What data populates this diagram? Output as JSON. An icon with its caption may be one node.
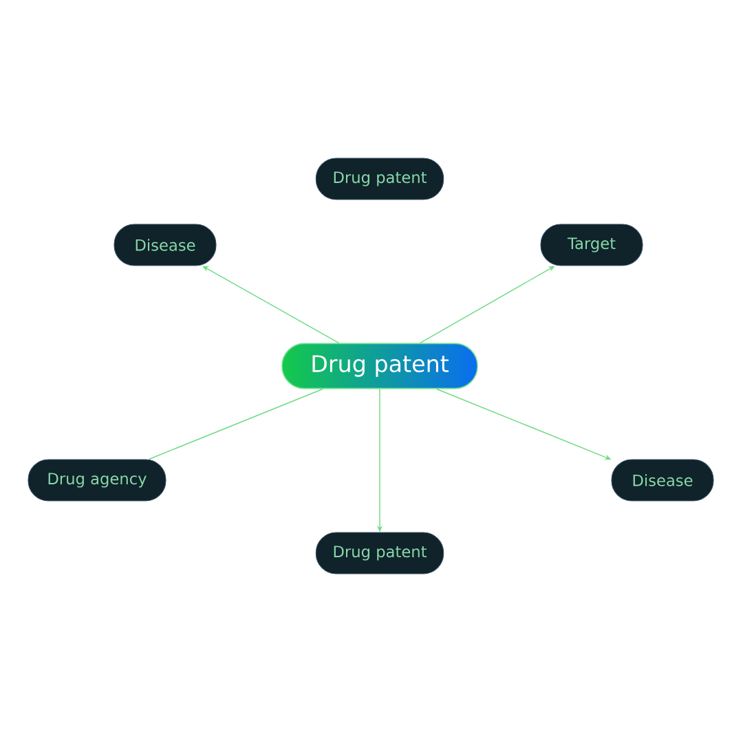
{
  "diagram": {
    "nodes": [
      {
        "text": [
          "Drug patent"
        ]
      },
      {
        "text": [
          "Disease"
        ]
      },
      {
        "text": [
          "Target"
        ]
      },
      {
        "text": [
          "Drug patent"
        ]
      },
      {
        "text": [
          "Drug agency"
        ]
      },
      {
        "text": [
          "Disease"
        ]
      },
      {
        "text": [
          "Drug patent"
        ]
      }
    ],
    "edges": [
      {
        "from": 3,
        "to": 1,
        "arrow": "to"
      },
      {
        "from": 3,
        "to": 2,
        "arrow": "to"
      },
      {
        "from": 3,
        "to": 4,
        "arrow": "none"
      },
      {
        "from": 3,
        "to": 5,
        "arrow": "to"
      },
      {
        "from": 3,
        "to": 6,
        "arrow": "to"
      }
    ]
  }
}
